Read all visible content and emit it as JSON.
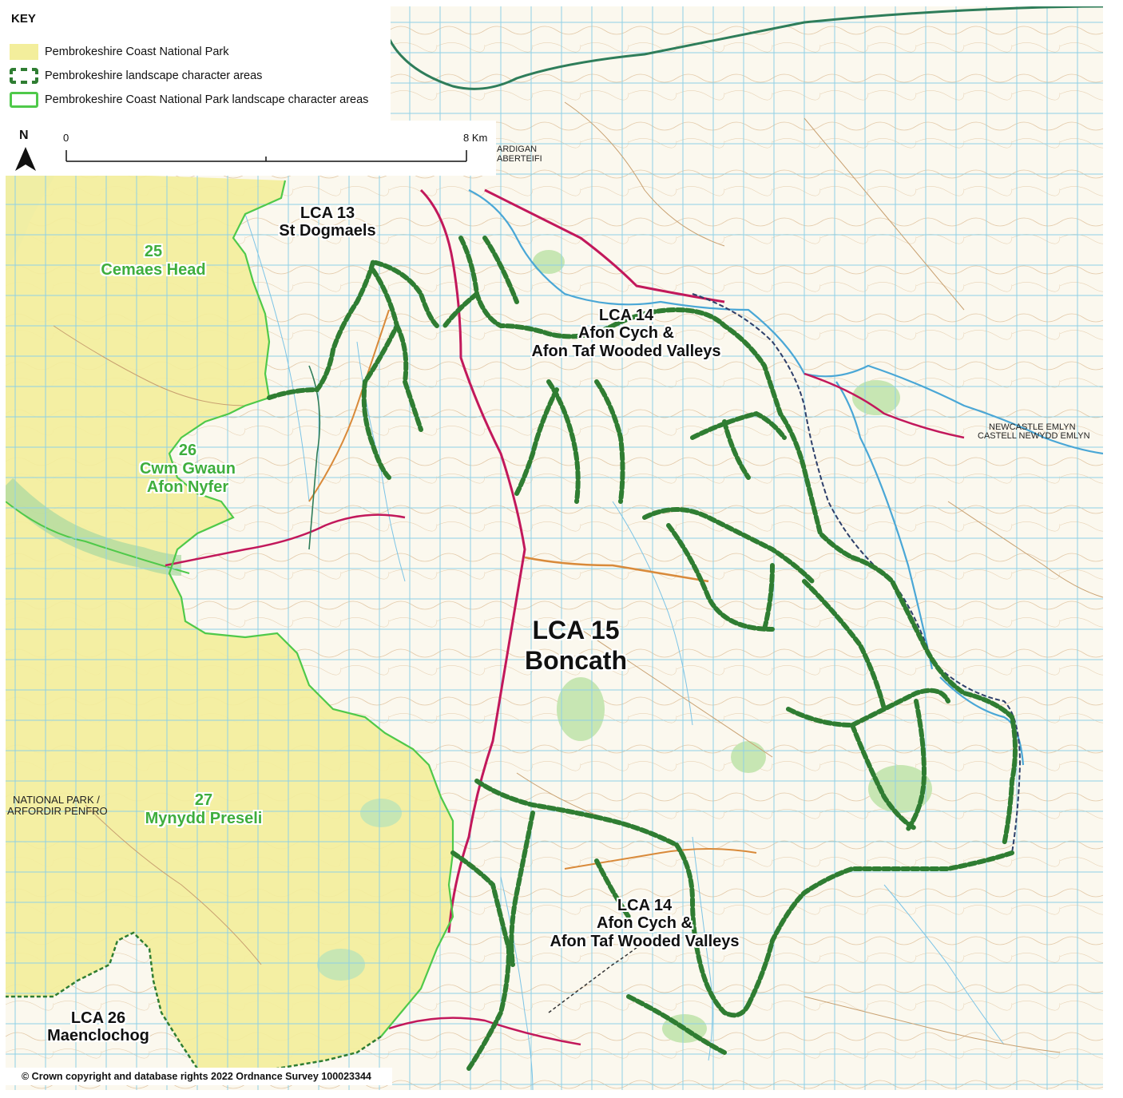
{
  "key": {
    "title": "KEY",
    "items": [
      {
        "label": "Pembrokeshire Coast National Park",
        "color": "#f3ee9c"
      },
      {
        "label": "Pembrokeshire landscape character areas",
        "color": "#2f7d32"
      },
      {
        "label": "Pembrokeshire Coast National Park landscape character areas",
        "color": "#4fc94a"
      }
    ]
  },
  "scale": {
    "north": "N",
    "start": "0",
    "end": "8 Km"
  },
  "areas": {
    "lca13": {
      "code": "LCA 13",
      "name": "St Dogmaels"
    },
    "lca14_north": {
      "code": "LCA 14",
      "name_line1": "Afon Cych &",
      "name_line2": "Afon Taf Wooded Valleys"
    },
    "lca14_south": {
      "code": "LCA 14",
      "name_line1": "Afon Cych &",
      "name_line2": "Afon Taf Wooded Valleys"
    },
    "lca15": {
      "code": "LCA 15",
      "name": "Boncath"
    },
    "lca26": {
      "code": "LCA 26",
      "name": "Maenclochog"
    },
    "pc25": {
      "number": "25",
      "name": "Cemaes Head"
    },
    "pc26": {
      "number": "26",
      "name_line1": "Cwm Gwaun",
      "name_line2": "Afon Nyfer"
    },
    "pc27": {
      "number": "27",
      "name": "Mynydd Preseli"
    }
  },
  "map_text": {
    "cardigan": "ARDIGAN",
    "aberteifi": "ABERTEIFI",
    "newcastle": "NEWCASTLE EMLYN",
    "castell": "CASTELL NEWYDD EMLYN",
    "national_park": "NATIONAL PARK /",
    "arfordir": "ARFORDIR PENFRO"
  },
  "copyright": "© Crown copyright and database rights 2022 Ordnance Survey 100023344",
  "colors": {
    "park": "#f3ee9c",
    "lca_boundary": "#2f7d32",
    "pc_lca_boundary": "#4fc94a",
    "grid": "#8fd0e6",
    "river": "#4aa7d6",
    "a_road": "#c2185b",
    "b_road": "#d98a3a"
  }
}
